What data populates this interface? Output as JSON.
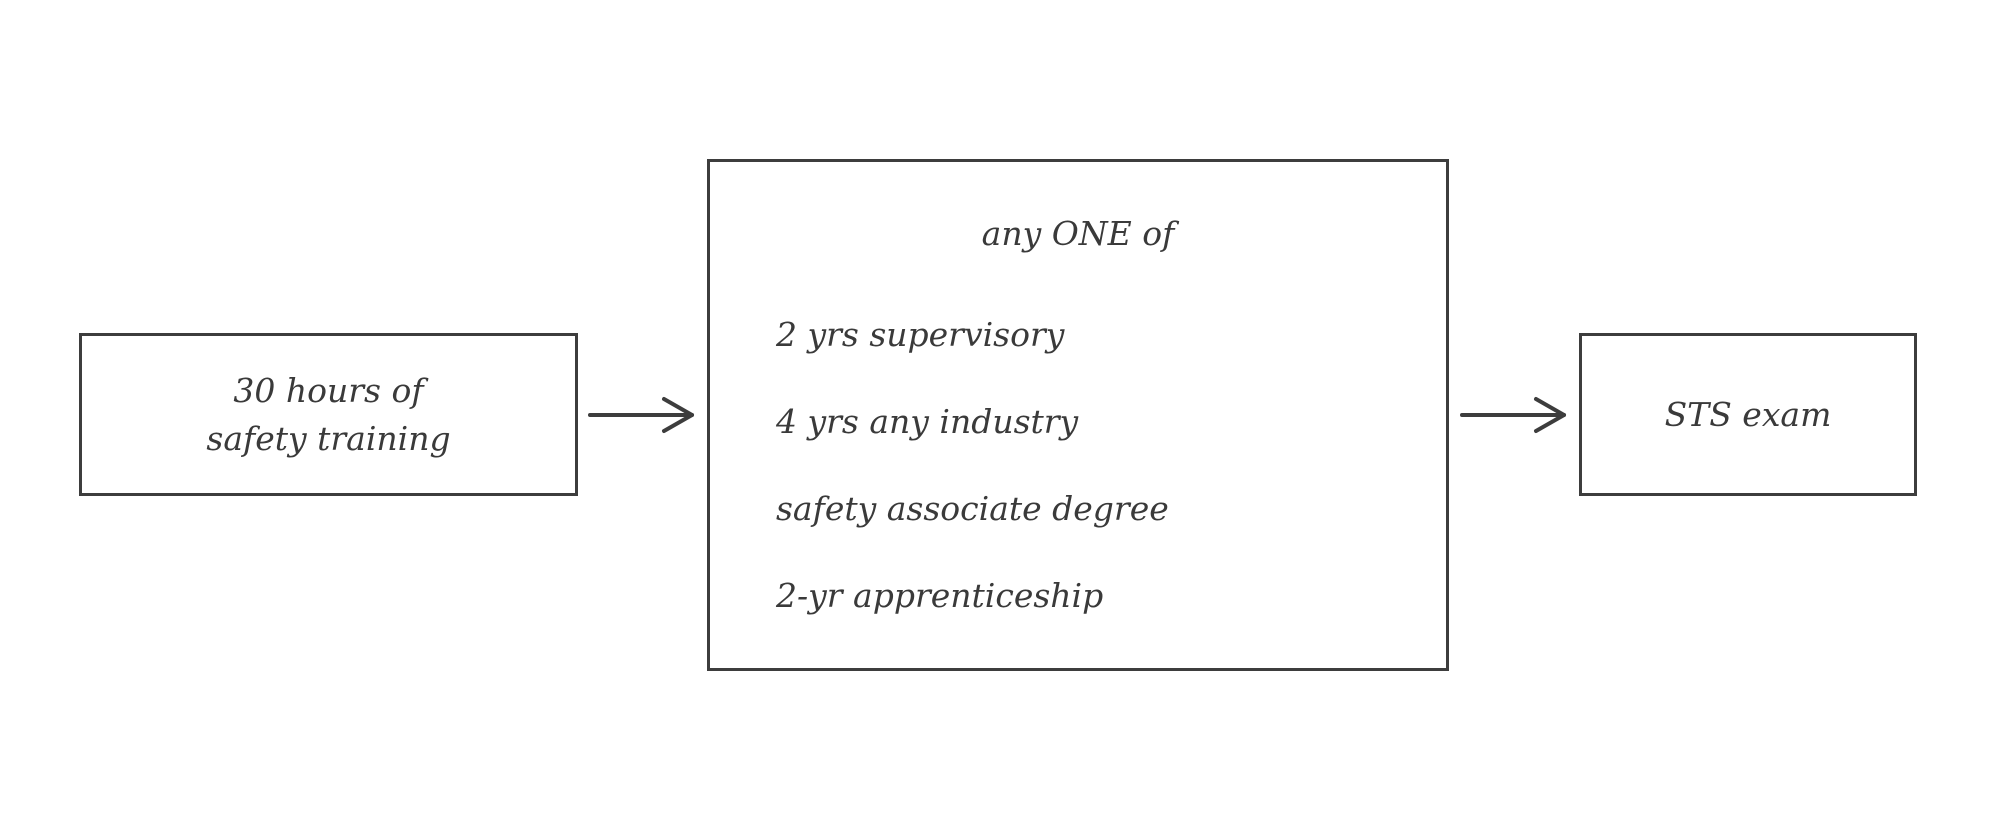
{
  "diagram": {
    "left_box": {
      "lines": [
        "30 hours of",
        "safety training"
      ]
    },
    "middle_box": {
      "heading": "any ONE of",
      "options": [
        "2 yrs supervisory",
        "4 yrs any industry",
        "safety associate degree",
        "2-yr apprenticeship"
      ]
    },
    "right_box": {
      "label": "STS exam"
    },
    "colors": {
      "stroke": "#3d3d3d",
      "text": "#3a3a3a",
      "background": "#ffffff"
    }
  }
}
